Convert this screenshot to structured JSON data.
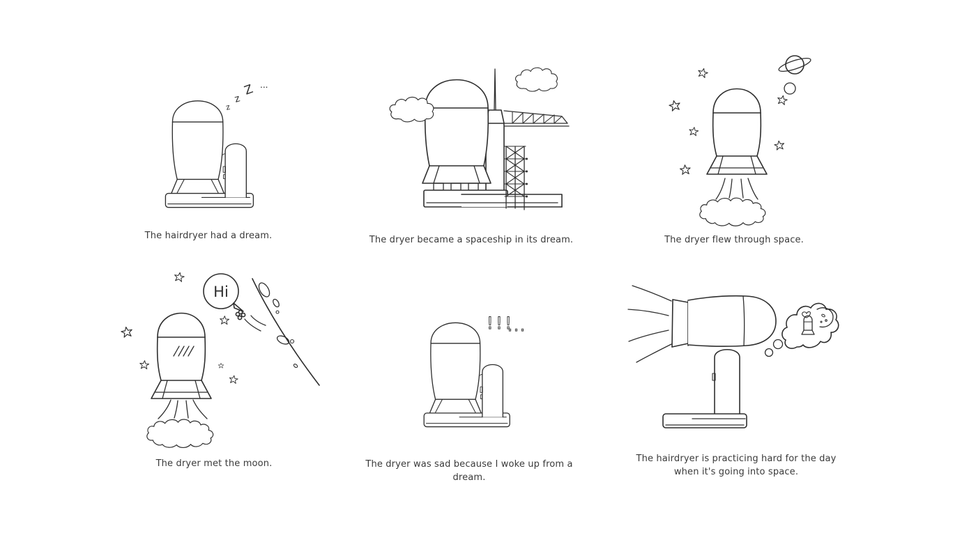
{
  "colors": {
    "background": "#ffffff",
    "ink": "#2e2e2e",
    "caption_text": "#3a3a3a"
  },
  "panels": [
    {
      "name": "dream",
      "caption": "The hairdryer had a dream.",
      "zs": [
        "z",
        "z",
        "Z",
        "..."
      ]
    },
    {
      "name": "launchpad",
      "caption": "The dryer became a spaceship in its dream."
    },
    {
      "name": "space",
      "caption": "The dryer flew through space."
    },
    {
      "name": "moon",
      "caption": "The dryer met the moon.",
      "speech": "Hi"
    },
    {
      "name": "woke",
      "caption": "The dryer was sad because I woke up from a dream.",
      "sfx_marks": "!!!",
      "sfx_dots": "..."
    },
    {
      "name": "practice",
      "caption_line1": "The hairdryer is practicing hard for the day",
      "caption_line2": "when it's going into space."
    }
  ]
}
